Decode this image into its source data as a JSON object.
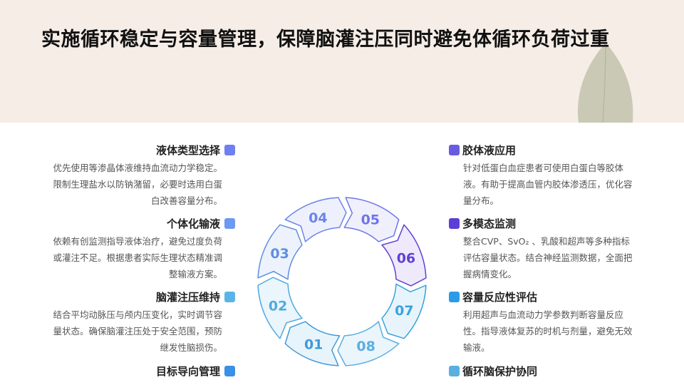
{
  "title": "实施循环稳定与容量管理，保障脑灌注压同时避免体循环负荷过重",
  "left_items": [
    {
      "heading": "液体类型选择",
      "text": "优先使用等渗晶体液维持血流动力学稳定。限制生理盐水以防钠潴留，必要时选用白蛋白改善容量分布。",
      "color": "#6f7ef0"
    },
    {
      "heading": "个体化输液",
      "text": "依赖有创监测指导液体治疗，避免过度负荷或灌注不足。根据患者实际生理状态精准调整输液方案。",
      "color": "#6c9af0"
    },
    {
      "heading": "脑灌注压维持",
      "text": "结合平均动脉压与颅内压变化，实时调节容量状态。确保脑灌注压处于安全范围，预防继发性脑损伤。",
      "color": "#5ab4e8"
    },
    {
      "heading": "目标导向管理",
      "text": "",
      "color": "#3a8fe6"
    }
  ],
  "right_items": [
    {
      "heading": "胶体液应用",
      "text": "针对低蛋白血症患者可使用白蛋白等胶体液。有助于提高血管内胶体渗透压，优化容量分布。",
      "color": "#6a5ce0"
    },
    {
      "heading": "多模态监测",
      "text": "整合CVP、SvO₂ 、乳酸和超声等多种指标评估容量状态。结合神经监测数据，全面把握病情变化。",
      "color": "#5b3fd6"
    },
    {
      "heading": "容量反应性评估",
      "text": "利用超声与血流动力学参数判断容量反应性。指导液体复苏的时机与剂量，避免无效输液。",
      "color": "#2b9be8"
    },
    {
      "heading": "循环脑保护协同",
      "text": "",
      "color": "#5aaee0"
    }
  ],
  "cycle": {
    "segments": [
      {
        "label": "01",
        "color": "#3f9ad8",
        "fill": "#e8f4fc"
      },
      {
        "label": "02",
        "color": "#52a9dd",
        "fill": "#eaf5fc"
      },
      {
        "label": "03",
        "color": "#5f8fe0",
        "fill": "#edf2fd"
      },
      {
        "label": "04",
        "color": "#6b85e8",
        "fill": "#eef1fd"
      },
      {
        "label": "05",
        "color": "#6d76e8",
        "fill": "#f0f0fd"
      },
      {
        "label": "06",
        "color": "#6040d4",
        "fill": "#efe9fc"
      },
      {
        "label": "07",
        "color": "#39a3de",
        "fill": "#e8f4fc"
      },
      {
        "label": "08",
        "color": "#5aaee0",
        "fill": "#eaf5fc"
      }
    ]
  }
}
